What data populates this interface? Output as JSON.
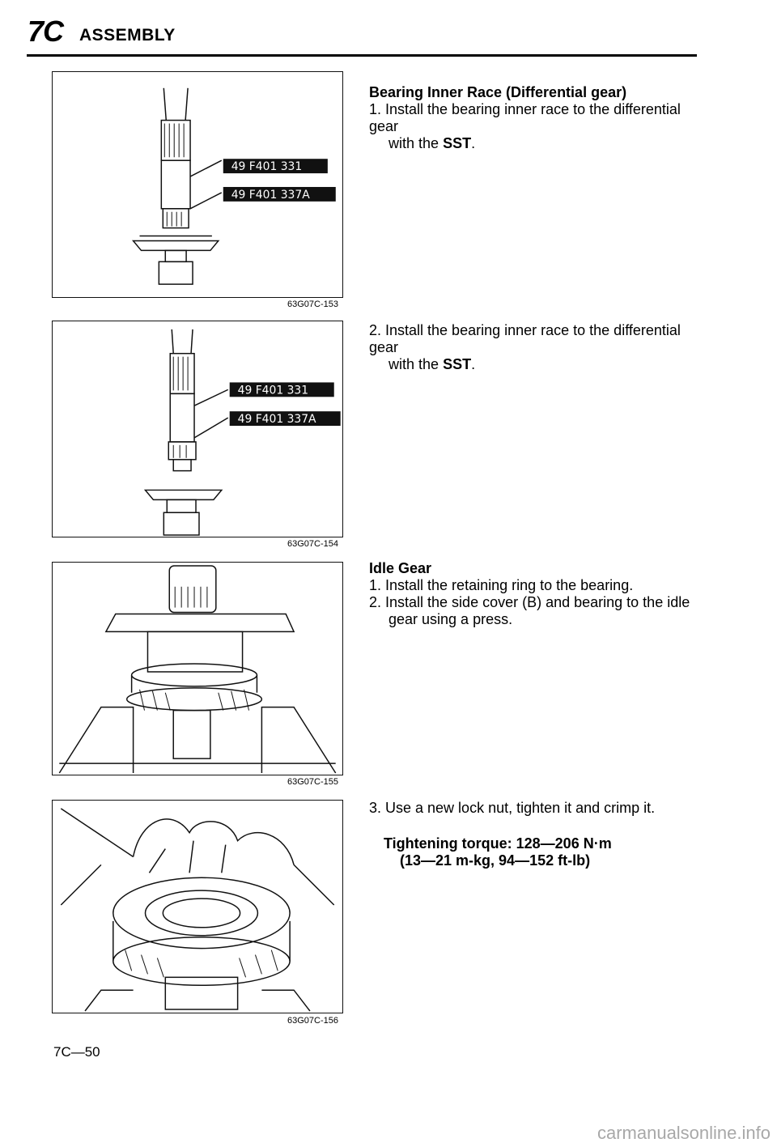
{
  "header": {
    "code": "7C",
    "title": "ASSEMBLY"
  },
  "figures": [
    {
      "code": "63G07C-153",
      "sst_labels": [
        "49 F401 331",
        "49 F401 337A"
      ]
    },
    {
      "code": "63G07C-154",
      "sst_labels": [
        "49 F401 331",
        "49 F401 337A"
      ]
    },
    {
      "code": "63G07C-155"
    },
    {
      "code": "63G07C-156"
    }
  ],
  "sections": {
    "bearing": {
      "heading": "Bearing Inner Race (Differential gear)",
      "step1_a": "1. Install the bearing inner race to the differential gear",
      "step1_b": "with the",
      "sst": "SST",
      "period": "."
    },
    "bearing2": {
      "step2_a": "2. Install the bearing inner race to the differential gear",
      "step2_b": "with the",
      "sst": "SST",
      "period": "."
    },
    "idle": {
      "heading": "Idle Gear",
      "step1": "1. Install the retaining ring to the bearing.",
      "step2_a": "2. Install the side cover (B) and bearing to the idle",
      "step2_b": "gear using a press."
    },
    "locknut": {
      "step3": "3. Use a new lock nut, tighten it and crimp it.",
      "torque_a": "Tightening torque: 128—206 N·m",
      "torque_b": "(13—21 m-kg, 94—152 ft-lb)"
    }
  },
  "page_number": "7C—50",
  "footer": "carmanualsonline.info"
}
